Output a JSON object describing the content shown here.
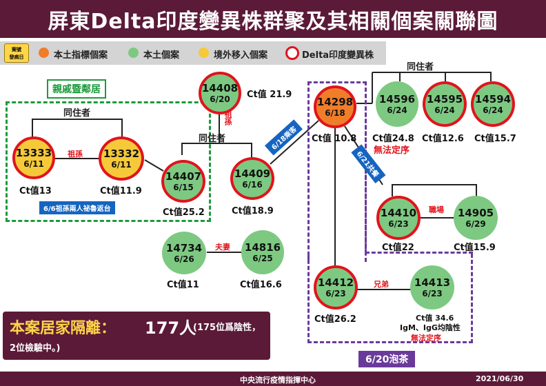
{
  "title": "屏東Delta印度變異株群聚及其相關個案關聯圖",
  "legend": {
    "date_box_line1": "案號",
    "date_box_line2": "發病日",
    "items": [
      {
        "label": "本土指標個案",
        "color": "#f07d2a"
      },
      {
        "label": "本土個案",
        "color": "#7dc982"
      },
      {
        "label": "境外移入個案",
        "color": "#f5c93a"
      },
      {
        "label": "Delta印度變異株",
        "color": "#e0141c"
      }
    ]
  },
  "colors": {
    "primary_bar": "#5b1a38",
    "green_box": "#1b9a3b",
    "purple_box": "#6a3a9a",
    "variant_ring": "#e0141c"
  },
  "groups": {
    "relatives": "親戚暨鄰居",
    "tea": "6/20泡茶"
  },
  "cases": {
    "c13333": {
      "id": "13333",
      "date": "6/11",
      "ct": "Ct值13"
    },
    "c13332": {
      "id": "13332",
      "date": "6/11",
      "ct": "Ct值11.9"
    },
    "c14407": {
      "id": "14407",
      "date": "6/15",
      "ct": "Ct值25.2"
    },
    "c14408": {
      "id": "14408",
      "date": "6/20",
      "ct": "Ct值 21.9"
    },
    "c14409": {
      "id": "14409",
      "date": "6/16",
      "ct": "Ct值18.9"
    },
    "c14298": {
      "id": "14298",
      "date": "6/18",
      "ct": "Ct值 10.8"
    },
    "c14596": {
      "id": "14596",
      "date": "6/24",
      "ct": "Ct值24.8",
      "note": "無法定序"
    },
    "c14595": {
      "id": "14595",
      "date": "6/24",
      "ct": "Ct值12.6"
    },
    "c14594": {
      "id": "14594",
      "date": "6/24",
      "ct": "Ct值15.7"
    },
    "c14410": {
      "id": "14410",
      "date": "6/23",
      "ct": "Ct值22"
    },
    "c14905": {
      "id": "14905",
      "date": "6/29",
      "ct": "Ct值15.9"
    },
    "c14734": {
      "id": "14734",
      "date": "6/26",
      "ct": "Ct值11"
    },
    "c14816": {
      "id": "14816",
      "date": "6/25",
      "ct": "Ct值16.6"
    },
    "c14412": {
      "id": "14412",
      "date": "6/23",
      "ct": "Ct值26.2"
    },
    "c14413": {
      "id": "14413",
      "date": "6/23",
      "ct": "Ct值 34.6",
      "ct_line2": "IgM、IgG均陰性",
      "note": "無法定序"
    }
  },
  "relations": {
    "cohab": "同住者",
    "grandparent": "祖孫",
    "grandparent_v": "祖孫",
    "workplace": "職場",
    "spouse": "夫妻",
    "brother": "兄弟"
  },
  "tags": {
    "secret_return": "6/6祖孫兩人祕魯返台",
    "taxi": "6/18乘客",
    "meal": "6/21共餐"
  },
  "quarantine": {
    "label": "本案居家隔離：",
    "count": "177人",
    "detail_line1": "(175位爲陰性，",
    "detail_line2": "2位檢驗中。)"
  },
  "footer": {
    "org": "中央流行疫情指揮中心",
    "date": "2021/06/30"
  }
}
